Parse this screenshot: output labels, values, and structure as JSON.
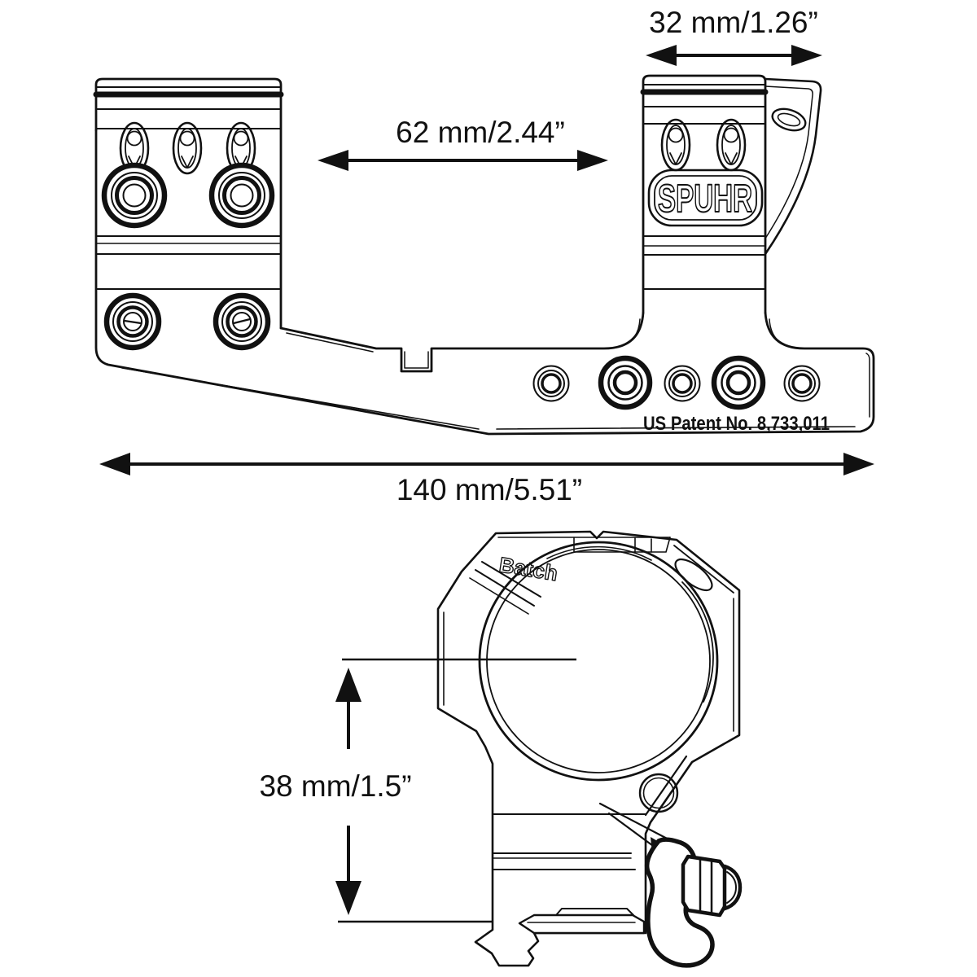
{
  "document": {
    "type": "technical dimensional drawing",
    "subject": "cantilever scope mount with 30 mm ring, side profile view and ring front view"
  },
  "views": {
    "side_view": {
      "markings": {
        "logo": "SPUHR",
        "patent": "US Patent No. 8,733,011"
      }
    },
    "front_view": {
      "markings": {
        "batch_label": "Batch"
      }
    }
  },
  "dimensions": {
    "ring_cap_width": "32 mm/1.26”",
    "cantilever_span": "62 mm/2.44”",
    "overall_length": "140 mm/5.51”",
    "centre_height": "38 mm/1.5”"
  },
  "colors": {
    "ink": "#111111",
    "background": "#ffffff"
  }
}
